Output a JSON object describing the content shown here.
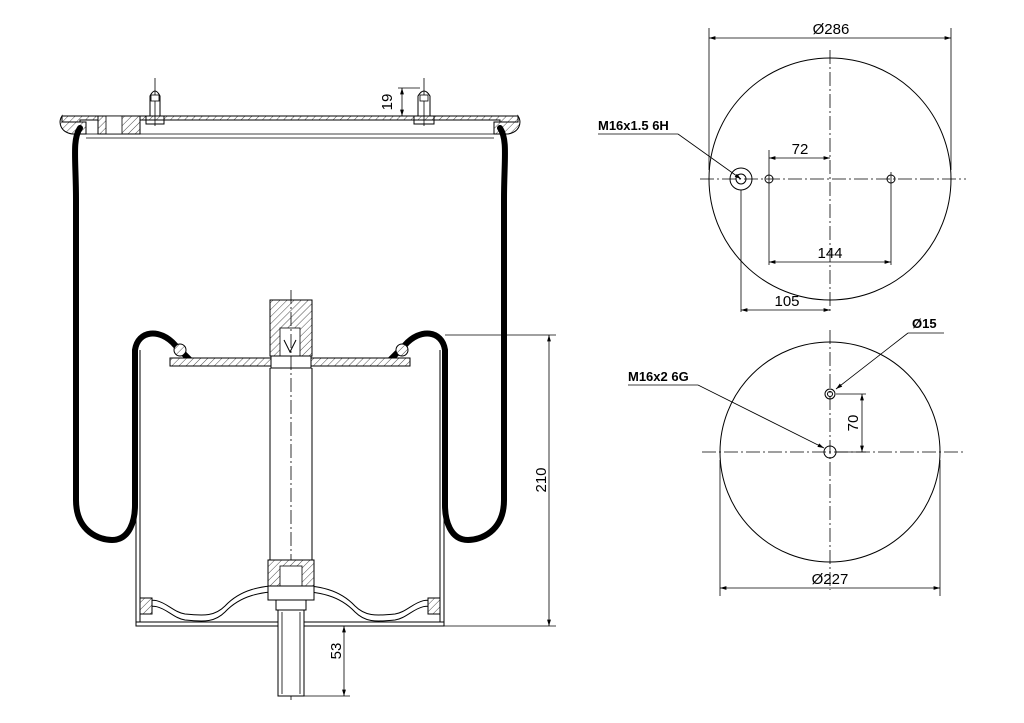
{
  "labels": {
    "top_diameter": "Ø286",
    "top_thread": "M16x1.5 6H",
    "top_offset_72": "72",
    "top_spacing_144": "144",
    "top_offset_105": "105",
    "bottom_hole_diameter": "Ø15",
    "bottom_thread": "M16x2 6G",
    "bottom_offset_70": "70",
    "bottom_diameter": "Ø227",
    "height_210": "210",
    "stud_length_53": "53",
    "flange_offset_19": "19"
  }
}
